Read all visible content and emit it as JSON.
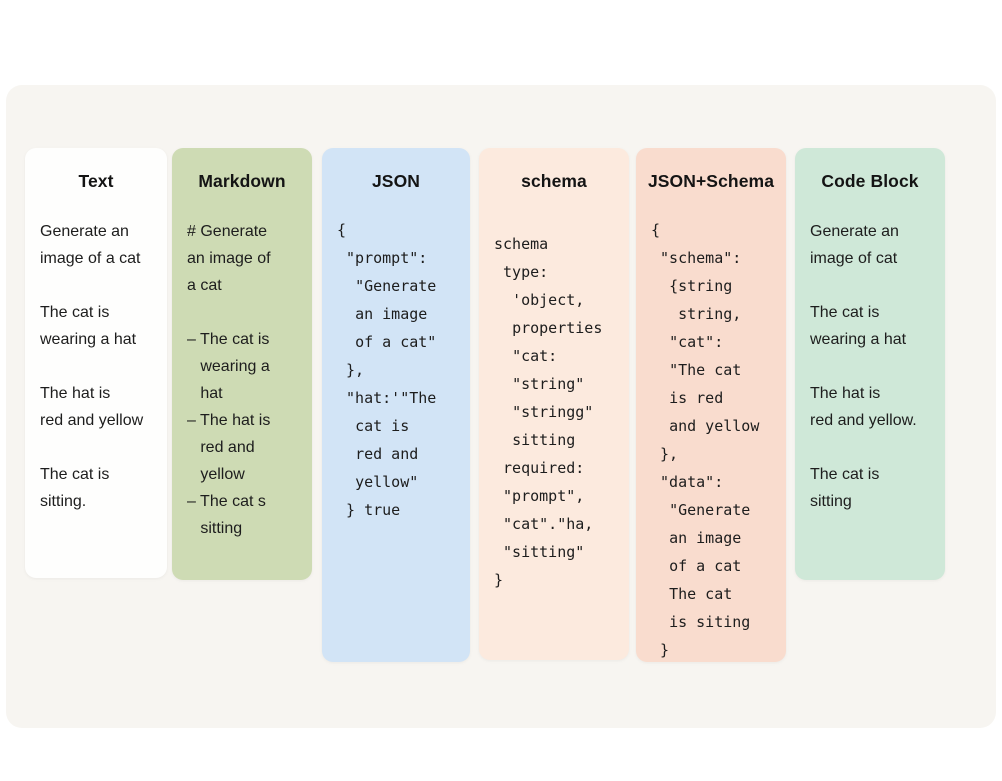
{
  "figure": {
    "panel_bg": "#f7f5f1",
    "text_color": "#1d1d1d",
    "cards": [
      {
        "id": "text",
        "title": "Text",
        "bg": "#fefefd",
        "content": "Generate an\nimage of a cat\n\nThe cat is\nwearing a hat\n\nThe hat is\nred and yellow\n\nThe cat is\nsitting."
      },
      {
        "id": "markdown",
        "title": "Markdown",
        "bg": "#cedbb4",
        "content": "# Generate\nan image of\na cat\n\n– The cat is\n   wearing a\n   hat\n– The hat is\n   red and\n   yellow\n– The cat s\n   sitting"
      },
      {
        "id": "json",
        "title": "JSON",
        "bg": "#d2e4f6",
        "content": "{\n \"prompt\":\n  \"Generate\n  an image\n  of a cat\"\n },\n \"hat:'\"The\n  cat is\n  red and\n  yellow\"\n } true"
      },
      {
        "id": "schema",
        "title": "schema",
        "bg": "#fceade",
        "content": "schema\n type:\n  'object,\n  properties\n  \"cat:\n  \"string\"\n  \"stringg\"\n  sitting\n required:\n \"prompt\",\n \"cat\".\"ha,\n \"sitting\"\n}"
      },
      {
        "id": "json-schema",
        "title": "JSON+Schema",
        "bg": "#f9dcce",
        "content": "{\n \"schema\":\n  {string\n   string,\n  \"cat\":\n  \"The cat\n  is red\n  and yellow\n },\n \"data\":\n  \"Generate\n  an image\n  of a cat\n  The cat\n  is siting\n }"
      },
      {
        "id": "code-block",
        "title": "Code Block",
        "bg": "#cfe8d8",
        "content": "Generate an\nimage of cat\n\nThe cat is\nwearing a hat\n\nThe hat is\nred and yellow.\n\nThe cat is\nsitting"
      }
    ]
  }
}
